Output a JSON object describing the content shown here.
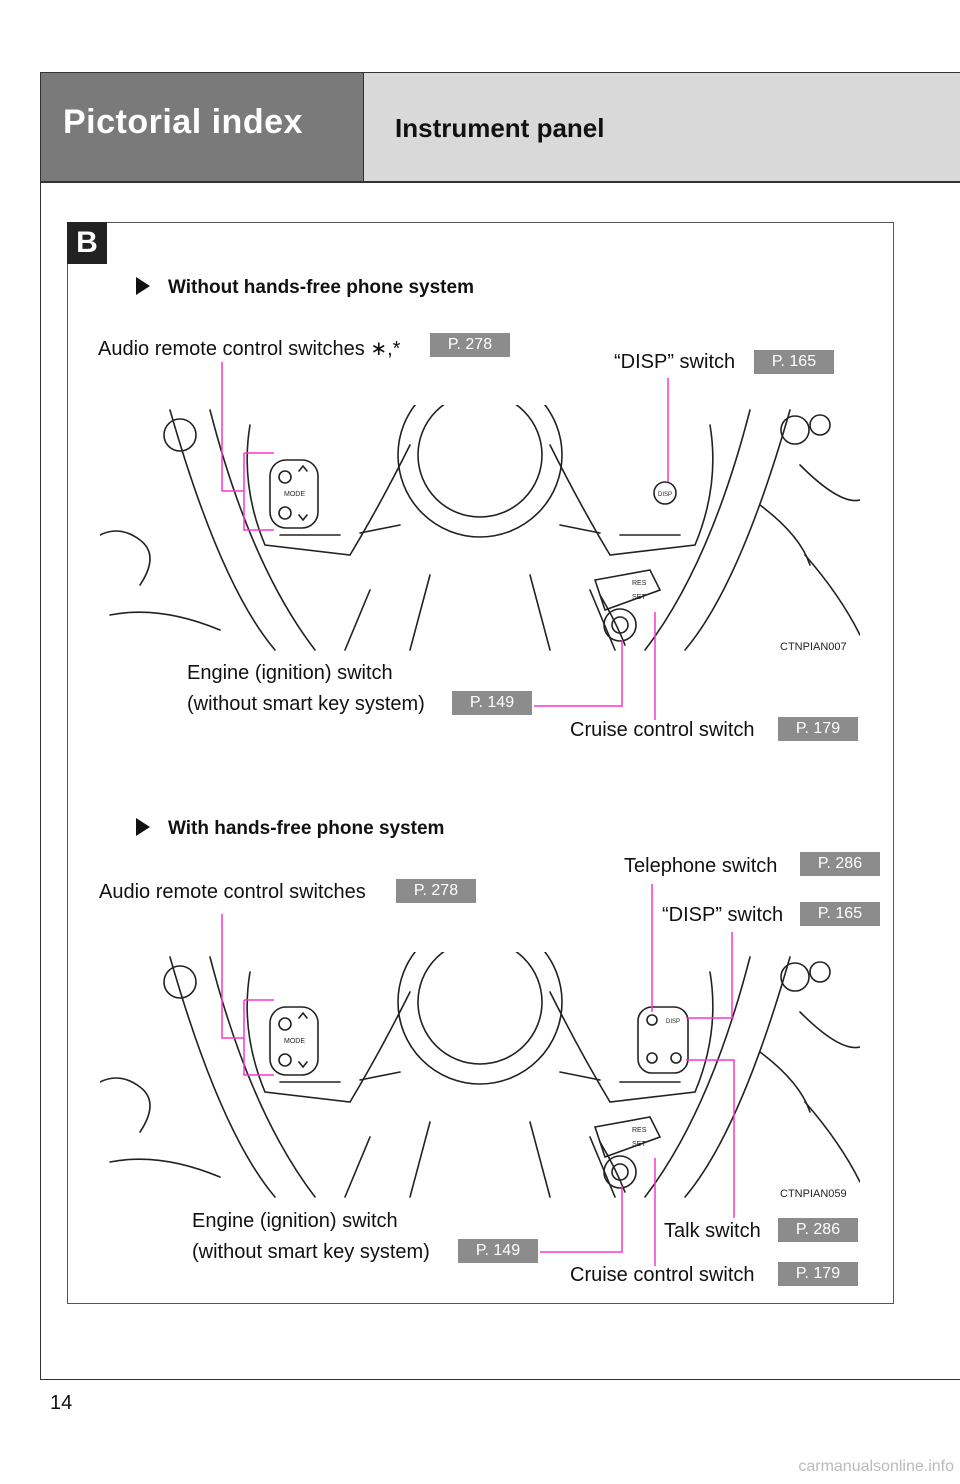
{
  "header": {
    "section_title": "Pictorial index",
    "page_title": "Instrument panel"
  },
  "section_badge": "B",
  "without": {
    "heading": "Without hands-free phone system",
    "audio_label": "Audio remote control switches ∗,*",
    "audio_page": "P. 278",
    "disp_label": "“DISP” switch",
    "disp_page": "P. 165",
    "engine_label_1": "Engine (ignition) switch",
    "engine_label_2": "(without smart key system)",
    "engine_page": "P. 149",
    "cruise_label": "Cruise control switch",
    "cruise_page": "P. 179",
    "figure_code": "CTNPIAN007"
  },
  "with": {
    "heading": "With hands-free phone system",
    "audio_label": "Audio remote control switches",
    "audio_page": "P. 278",
    "telephone_label": "Telephone switch",
    "telephone_page": "P. 286",
    "disp_label": "“DISP” switch",
    "disp_page": "P. 165",
    "engine_label_1": "Engine (ignition) switch",
    "engine_label_2": "(without smart key system)",
    "engine_page": "P. 149",
    "talk_label": "Talk switch",
    "talk_page": "P. 286",
    "cruise_label": "Cruise control switch",
    "cruise_page": "P. 179",
    "figure_code": "CTNPIAN059"
  },
  "diagram_text": {
    "mode": "MODE",
    "disp": "DISP",
    "res": "RES",
    "set": "SET"
  },
  "page_number": "14",
  "watermark": "carmanualsonline.info",
  "colors": {
    "header_dark": "#7a7a7a",
    "header_light": "#d9d9d9",
    "page_ref_bg": "#8c8c8c",
    "leader_line": "#ff33cc"
  }
}
